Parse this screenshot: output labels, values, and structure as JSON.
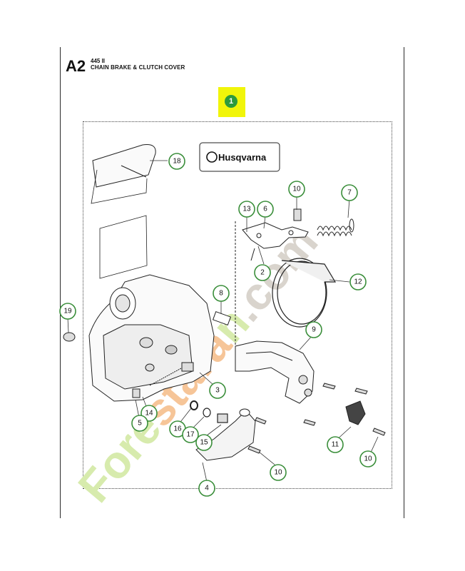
{
  "header": {
    "section_code": "A2",
    "model": "445 II",
    "title": "CHAIN BRAKE & CLUTCH COVER"
  },
  "assembly_label": "1",
  "brand_decal": "Husqvarna",
  "watermark": "Forestaran.com",
  "colors": {
    "callout_border": "#3a8e3a",
    "assembly_badge": "#2c9a3c",
    "assembly_highlight": "#f1f50a",
    "watermark_green": "#d7ebad",
    "watermark_orange": "#f6c598",
    "watermark_grey": "#d9d4cd"
  },
  "callouts": {
    "c18": "18",
    "c10a": "10",
    "c7": "7",
    "c13": "13",
    "c6": "6",
    "c2": "2",
    "c12": "12",
    "c8": "8",
    "c19": "19",
    "c9": "9",
    "c3": "3",
    "c14": "14",
    "c5": "5",
    "c16": "16",
    "c17": "17",
    "c15": "15",
    "c11": "11",
    "c10b": "10",
    "c10c": "10",
    "c4": "4"
  }
}
